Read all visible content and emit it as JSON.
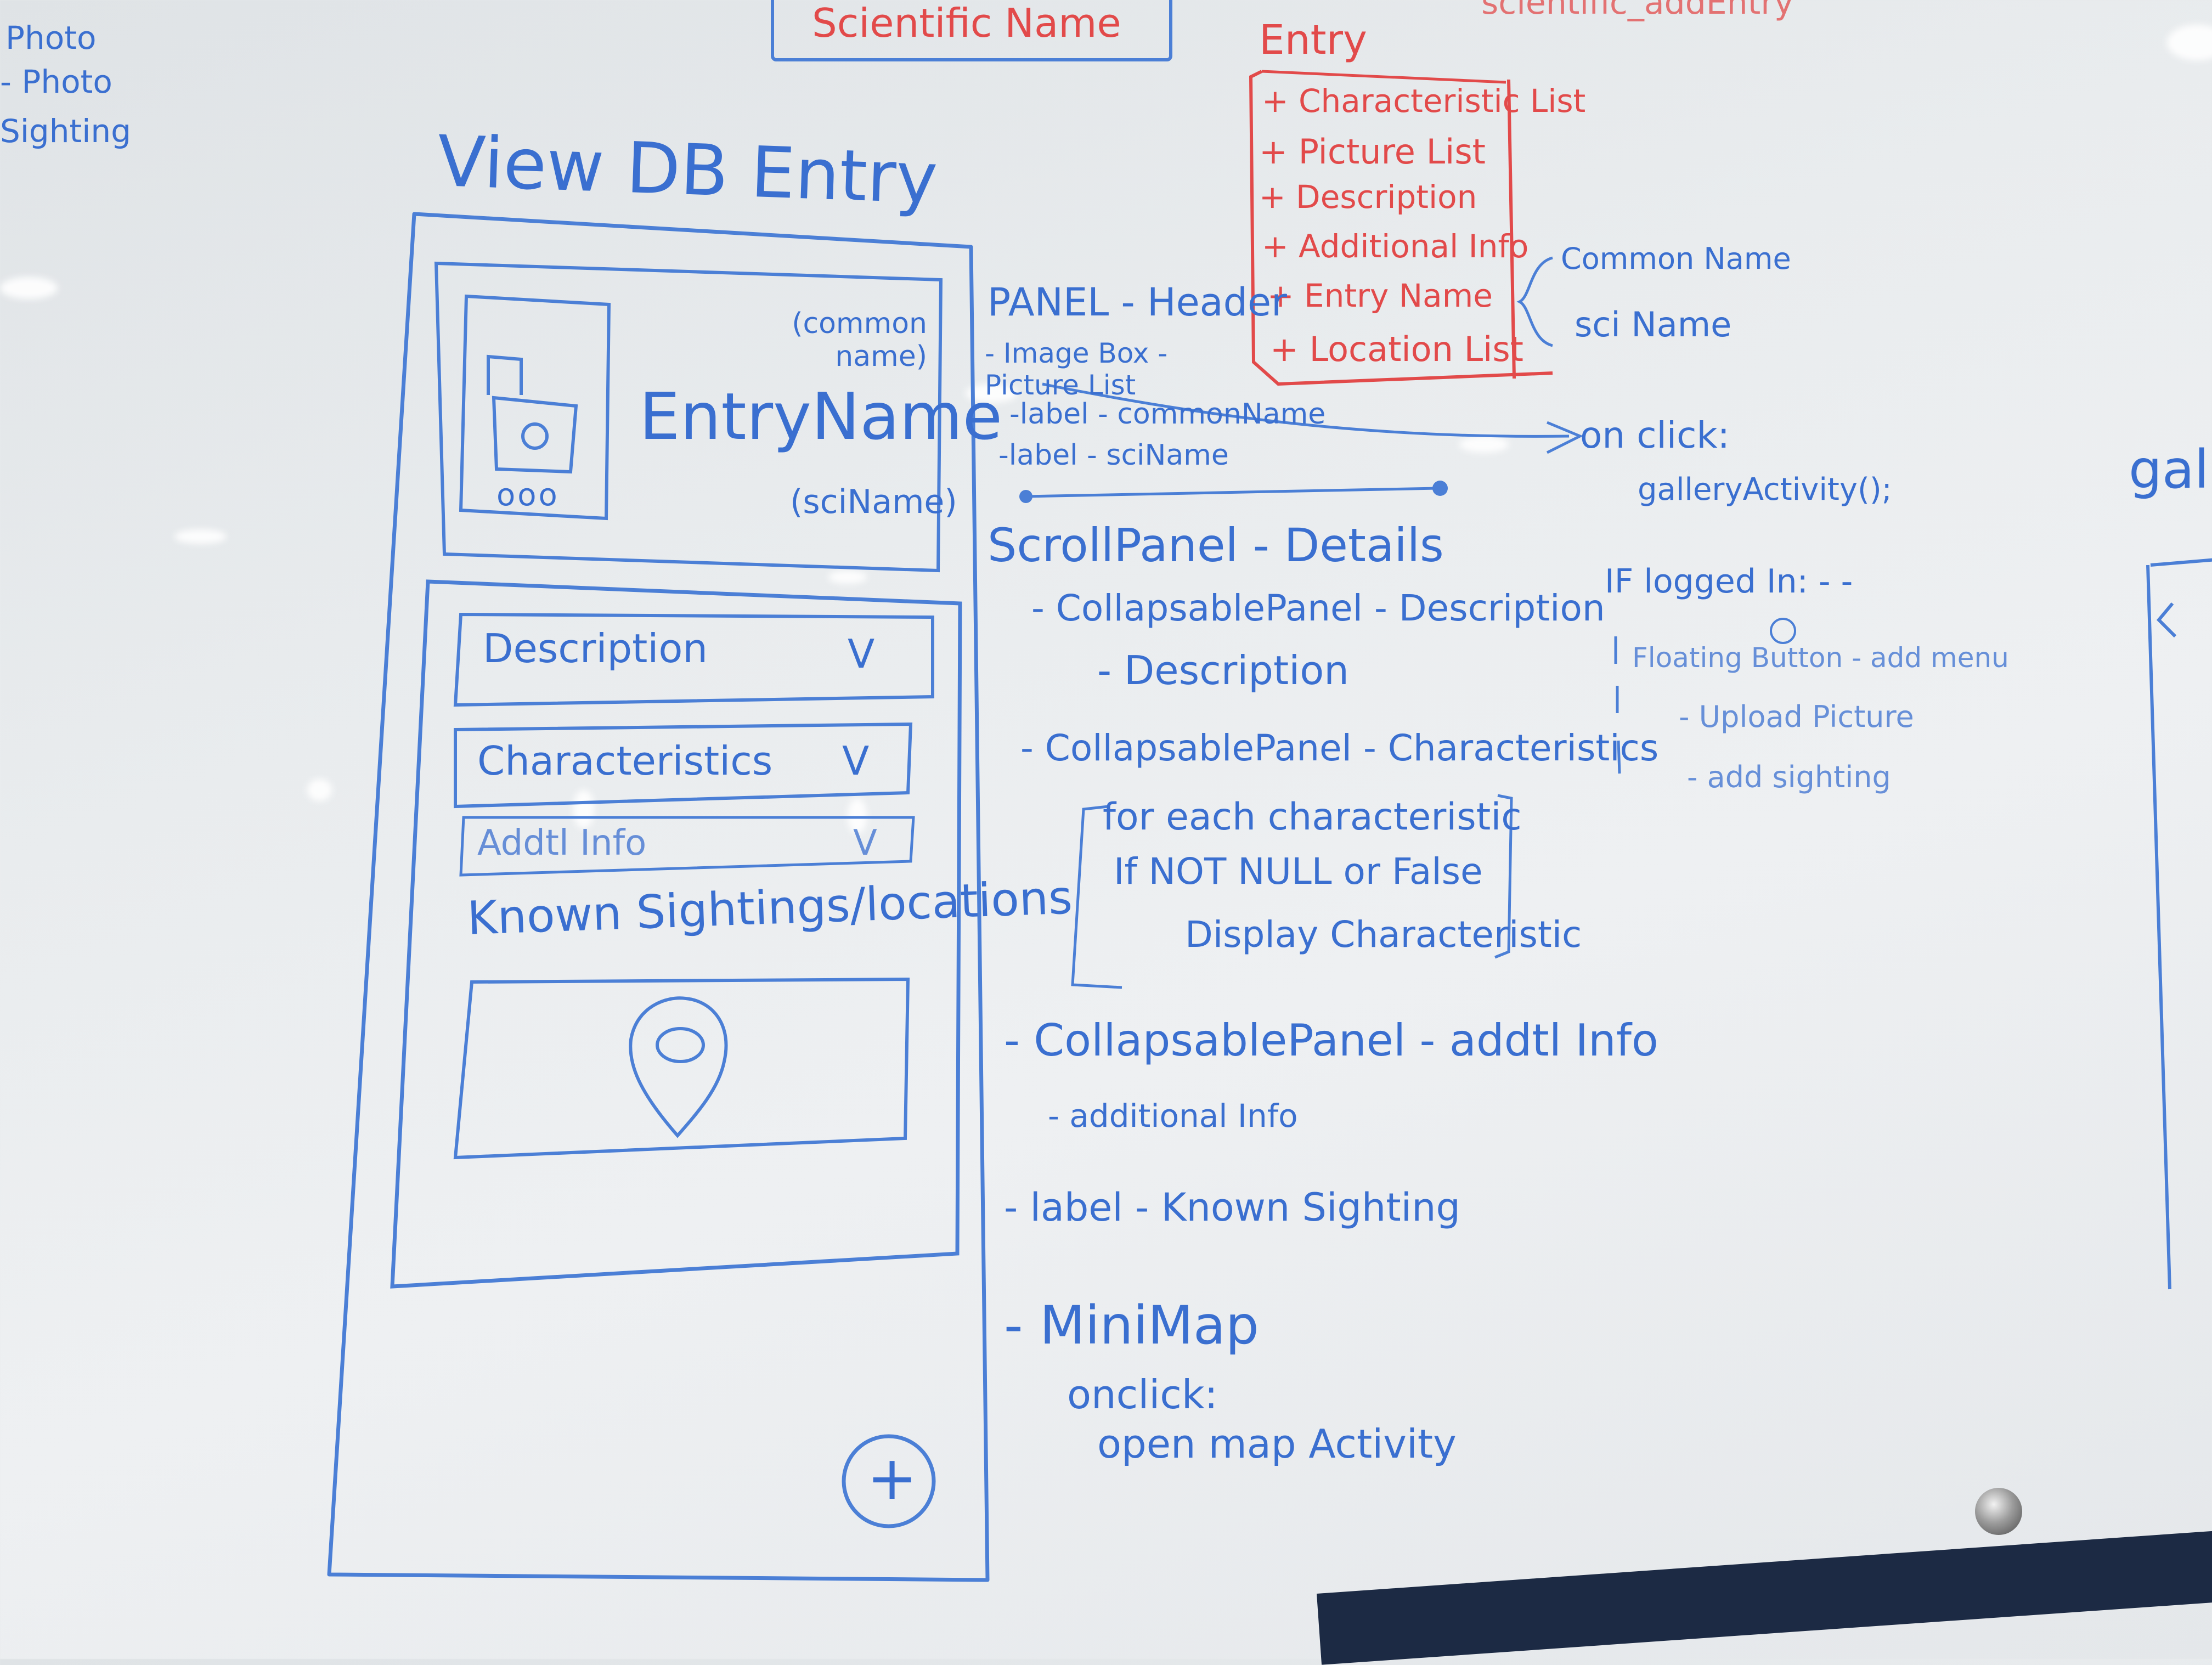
{
  "left_notes": [
    "Photo",
    "- Photo",
    "Sighting"
  ],
  "top_box_text": "Scientific Name",
  "top_right_cutoff": "scientific_addEntry",
  "title": "View DB Entry",
  "mockup": {
    "common_name": "(common name)",
    "entry_name": "EntryName",
    "sci_name": "(sciName)",
    "image_dots": "ooo",
    "rows": [
      "Description",
      "Characteristics",
      "Addtl Info"
    ],
    "chevron": "V",
    "sightings_label": "Known Sightings/locations",
    "fab": "+"
  },
  "entry_class": {
    "title": "Entry",
    "fields": [
      "+ Characteristic List",
      "+ Picture List",
      "+ Description",
      "+ Additional Info",
      "+ Entry Name",
      "+ Location List"
    ],
    "entry_name_parts": [
      "Common Name",
      "sci Name"
    ]
  },
  "panel_notes": {
    "header": "PANEL - Header",
    "image_box": "- Image Box - Picture List",
    "label_common": "-label - commonName",
    "label_sci": "-label - sciName"
  },
  "onclick_notes": {
    "onclick": "on click:",
    "gallery": "galleryActivity();"
  },
  "logged_in_notes": {
    "if_logged": "IF logged In: - -",
    "floating": "Floating Button - add menu",
    "upload": "- Upload Picture",
    "add_sighting": "- add sighting"
  },
  "scroll_notes": {
    "scroll_panel": "ScrollPanel - Details",
    "cp_description": "- CollapsablePanel - Description",
    "description": "- Description",
    "cp_characteristics": "- CollapsablePanel - Characteristics",
    "for_each": "for each characteristic",
    "if_not_null": "If NOT NULL or False",
    "display": "Display Characteristic",
    "cp_addtl": "- CollapsablePanel - addtl Info",
    "additional_info": "- additional Info",
    "label_known": "- label - Known Sighting",
    "minimap": "- MiniMap",
    "onclick": "onclick:",
    "open_map": "open map Activity"
  },
  "right_edge_text": "galle",
  "colors": {
    "blue_ink": "#3a6fd0",
    "red_ink": "#e24a4a",
    "board": "#e9ecee",
    "frame": "#1c2a44"
  }
}
